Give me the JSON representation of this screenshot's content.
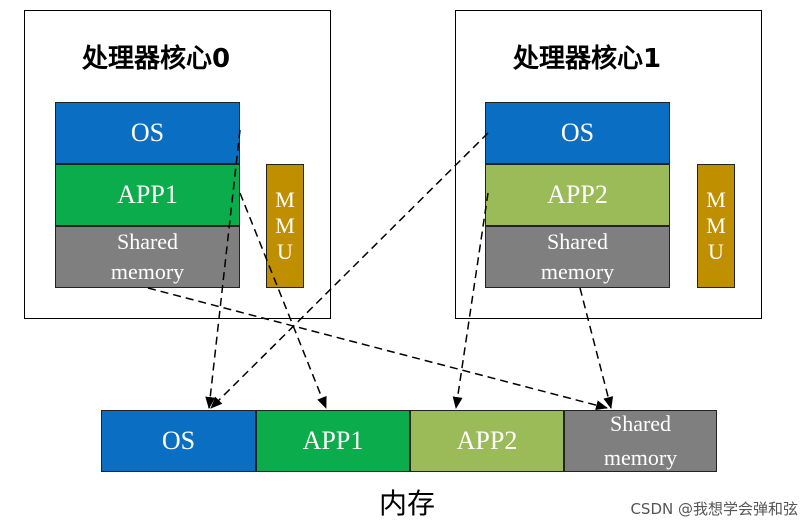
{
  "core0": {
    "title": "处理器核心0",
    "os": "OS",
    "app": "APP1",
    "shared": [
      "Shared",
      "memory"
    ],
    "mmu": [
      "M",
      "M",
      "U"
    ]
  },
  "core1": {
    "title": "处理器核心1",
    "os": "OS",
    "app": "APP2",
    "shared": [
      "Shared",
      "memory"
    ],
    "mmu": [
      "M",
      "M",
      "U"
    ]
  },
  "memory": {
    "os": "OS",
    "app1": "APP1",
    "app2": "APP2",
    "shared": [
      "Shared",
      "memory"
    ],
    "label": "内存"
  },
  "watermark": "CSDN @我想学会弹和弦",
  "colors": {
    "os": "#0a6fc2",
    "app1": "#0aac4c",
    "app2": "#9bbb59",
    "shared": "#7f7f7f",
    "mmu": "#bf8f00"
  }
}
